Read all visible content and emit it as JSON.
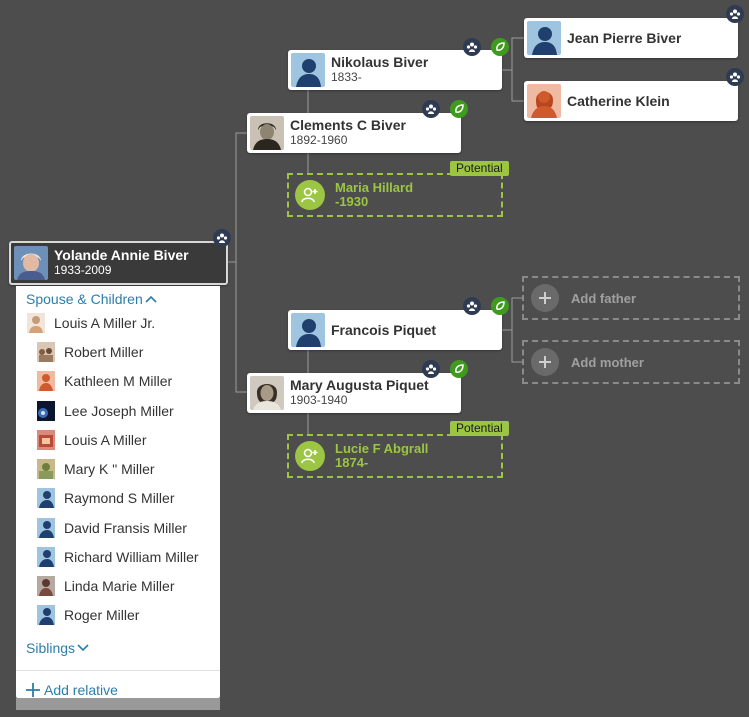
{
  "focus": {
    "name": "Yolande Annie Biver",
    "dates": "1933-2009"
  },
  "parents": [
    {
      "name": "Clements C Biver",
      "dates": "1892-1960"
    },
    {
      "name": "Mary Augusta Piquet",
      "dates": "1903-1940"
    }
  ],
  "grandparents": [
    {
      "name": "Nikolaus Biver",
      "dates": "1833-"
    },
    {
      "name": "Francois Piquet",
      "dates": ""
    }
  ],
  "great_grandparents": [
    {
      "name": "Jean Pierre Biver",
      "dates": ""
    },
    {
      "name": "Catherine Klein",
      "dates": ""
    }
  ],
  "potentials": [
    {
      "badge": "Potential",
      "name": "Maria Hillard",
      "dates": "-1930"
    },
    {
      "badge": "Potential",
      "name": "Lucie F Abgrall",
      "dates": "1874-"
    }
  ],
  "add_slots": {
    "father": "Add father",
    "mother": "Add mother"
  },
  "panel": {
    "spouse_children_label": "Spouse & Children",
    "spouse": "Louis A Miller Jr.",
    "children": [
      "Robert Miller",
      "Kathleen M Miller",
      "Lee Joseph Miller",
      "Louis A Miller",
      "Mary K \" Miller",
      "Raymond S Miller",
      "David Fransis Miller",
      "Richard William Miller",
      "Linda Marie Miller",
      "Roger Miller"
    ],
    "siblings_label": "Siblings",
    "add_relative_label": "Add relative"
  },
  "colors": {
    "background": "#4d4d4d",
    "potential": "#9cc543",
    "hint": "#3f9b1e",
    "family_icon": "#2f3b52",
    "link": "#2b7dab",
    "silhouette": "#9fc4e0"
  }
}
